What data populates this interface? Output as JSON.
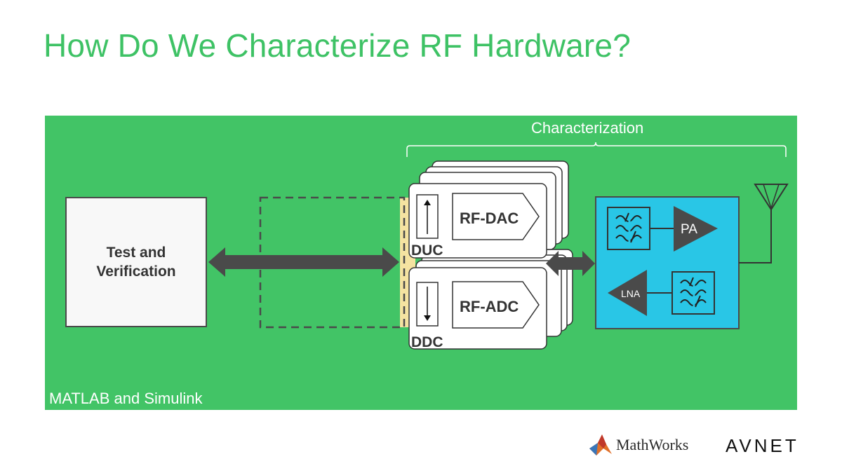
{
  "slide": {
    "title": "How Do We Characterize RF Hardware?"
  },
  "panel": {
    "label": "MATLAB and Simulink",
    "color": "#42c466"
  },
  "characterization": {
    "label": "Characterization"
  },
  "test_box": {
    "label": "Test and\nVerification"
  },
  "dac_stack": {
    "chip_label": "RF-DAC",
    "converter_label": "DUC"
  },
  "adc_stack": {
    "chip_label": "RF-ADC",
    "converter_label": "DDC"
  },
  "rf_frontend": {
    "pa_label": "PA",
    "lna_label": "LNA",
    "color": "#29c6e6"
  },
  "logos": {
    "mathworks": "MathWorks",
    "avnet": "AVNET"
  }
}
